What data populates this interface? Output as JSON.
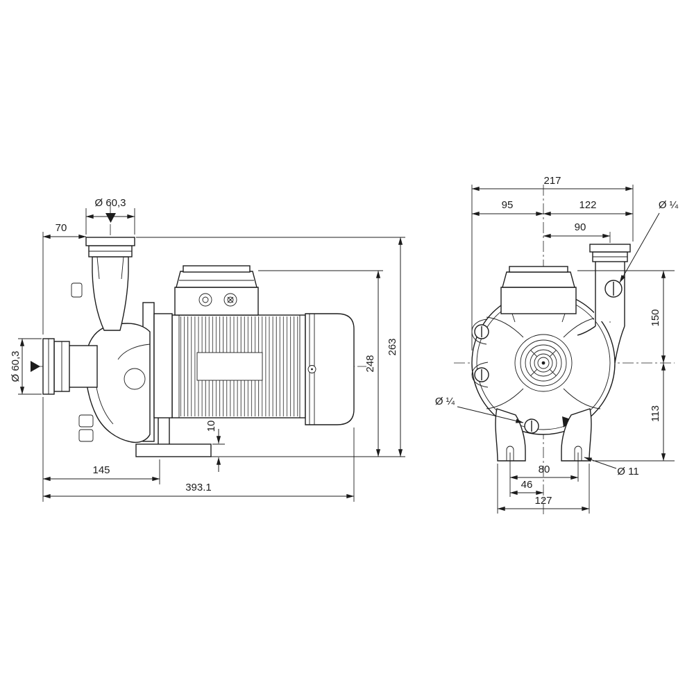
{
  "drawing": {
    "type": "pump-dimensional-drawing",
    "background": "#ffffff",
    "line_color": "#1c1c1c",
    "side_view": {
      "top_port_diameter": "Ø 60,3",
      "port_offset": "70",
      "suction_diameter": "Ø 60,3",
      "height_to_box": "248",
      "total_height": "263",
      "foot_thickness": "10",
      "suction_to_bracket": "145",
      "total_length": "393.1"
    },
    "front_view": {
      "total_width": "217",
      "left_width": "95",
      "right_width": "122",
      "port_offset": "90",
      "vent_plug": "Ø ¼",
      "upper_height": "150",
      "lower_height": "113",
      "drain_plug": "Ø ¼",
      "bolt_span": "80",
      "bolt_offset": "46",
      "bolt_hole_diameter": "Ø 11",
      "foot_width": "127"
    }
  }
}
